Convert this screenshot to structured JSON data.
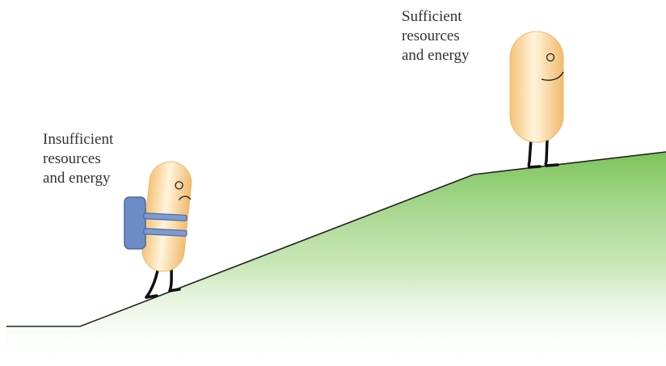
{
  "labels": {
    "insufficient": [
      "Insufficient",
      "resources",
      "and energy"
    ],
    "sufficient": [
      "Sufficient",
      "resources",
      "and energy"
    ]
  },
  "colors": {
    "grass": "#7cc35a",
    "ground_line": "#222222",
    "body_fill": "#fbdcaa",
    "body_edge": "#f0b86a",
    "backpack": "#6b8cc4",
    "backpack_edge": "#4a6aa0",
    "text": "#333333"
  },
  "figures": {
    "tired_walker": {
      "expression": "frown",
      "carrying": "backpack-icon"
    },
    "happy_walker": {
      "expression": "smile",
      "carrying": "none"
    }
  }
}
